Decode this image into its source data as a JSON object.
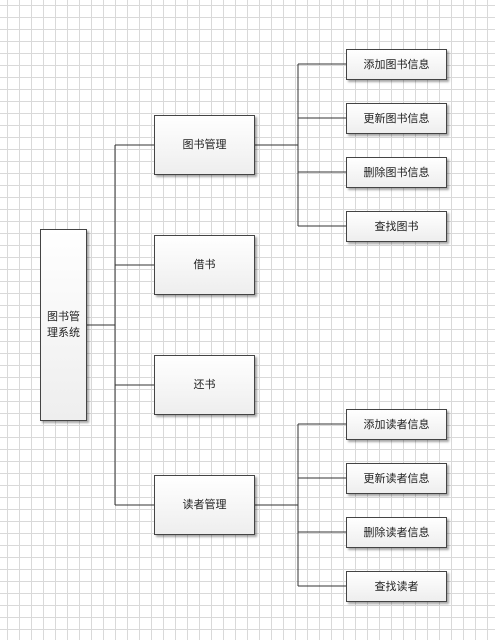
{
  "diagram": {
    "root": {
      "label": "图书管理系统"
    },
    "modules": [
      {
        "label": "图书管理"
      },
      {
        "label": "借书"
      },
      {
        "label": "还书"
      },
      {
        "label": "读者管理"
      }
    ],
    "book_functions": [
      {
        "label": "添加图书信息"
      },
      {
        "label": "更新图书信息"
      },
      {
        "label": "删除图书信息"
      },
      {
        "label": "查找图书"
      }
    ],
    "reader_functions": [
      {
        "label": "添加读者信息"
      },
      {
        "label": "更新读者信息"
      },
      {
        "label": "删除读者信息"
      },
      {
        "label": "查找读者"
      }
    ]
  }
}
